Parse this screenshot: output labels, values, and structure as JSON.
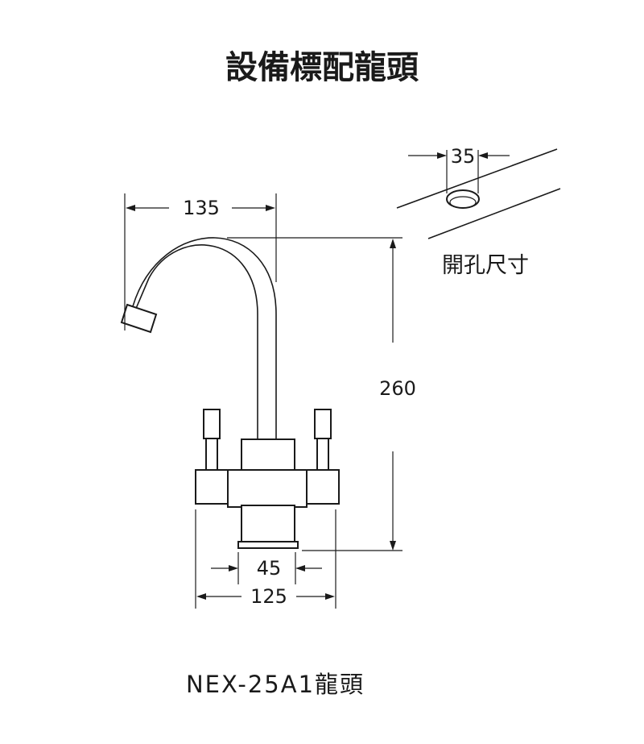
{
  "title": "設備標配龍頭",
  "dimensions": {
    "spout_reach": "135",
    "height": "260",
    "outlet_width": "45",
    "base_width": "125",
    "hole_diameter": "35"
  },
  "hole_label": "開孔尺寸",
  "model_label": "NEX-25A1龍頭"
}
